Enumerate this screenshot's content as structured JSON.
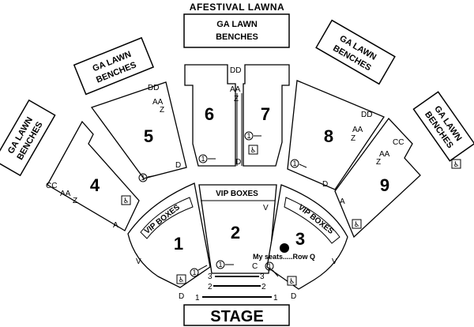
{
  "title": "AFESTIVAL LAWNA",
  "lawn": {
    "top": [
      "GA LAWN",
      "BENCHES"
    ],
    "left_upper": [
      "GA LAWN",
      "BENCHES"
    ],
    "left": [
      "GA LAWN",
      "BENCHES"
    ],
    "right_upper": [
      "GA LAWN",
      "BENCHES"
    ],
    "right": [
      "GA LAWN",
      "BENCHES"
    ]
  },
  "sections": {
    "s1": "1",
    "s2": "2",
    "s3": "3",
    "s4": "4",
    "s5": "5",
    "s6": "6",
    "s7": "7",
    "s8": "8",
    "s9": "9"
  },
  "vip": {
    "left": "VIP BOXES",
    "center": "VIP BOXES",
    "right": "VIP BOXES"
  },
  "rows": {
    "dd": "DD",
    "aa": "AA",
    "z": "Z",
    "cc": "CC",
    "d": "D",
    "a": "A",
    "v": "V",
    "c": "C",
    "one": "1",
    "two": "2",
    "three": "3"
  },
  "marker_text": "My seats.....Row Q",
  "stage": "STAGE",
  "icons": {
    "wheelchair": "♿",
    "entry": "①→"
  }
}
